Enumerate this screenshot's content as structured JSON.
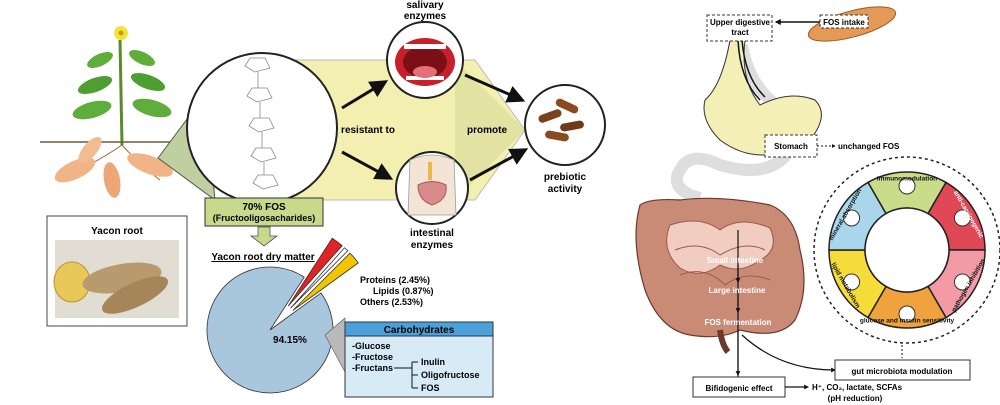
{
  "left": {
    "salivary": [
      "salivary",
      "enzymes"
    ],
    "resistant_to": "resistant to",
    "promote": "promote",
    "prebiotic": [
      "prebiotic",
      "activity"
    ],
    "intestinal": [
      "intestinal",
      "enzymes"
    ],
    "fos_box": [
      "70% FOS",
      "(Fructooligosacharides)"
    ],
    "yacon_photo_label": "Yacon root",
    "dry_matter_title": "Yacon root dry matter",
    "pie_pct": "94.15%",
    "carbs_title": "Carbohydrates",
    "carbs_items": [
      "-Glucose",
      "-Fructose",
      "-Fructans"
    ],
    "fructans": [
      "Inulin",
      "Oligofructose",
      "FOS"
    ],
    "colors": {
      "yellow_panel": "#f3efb0",
      "pie_blue": "#a8c6dc",
      "carb_box": "#d7ebf7",
      "fos_box_green": "#c7d98a"
    }
  },
  "chart_data": {
    "type": "pie",
    "title": "Yacon root dry matter",
    "labels": [
      "Carbohydrates",
      "Proteins (2.45%)",
      "Lipids (0.87%)",
      "Others (2.53%)"
    ],
    "values": [
      94.15,
      2.45,
      0.87,
      2.53
    ],
    "colors": [
      "#a8c6dc",
      "#e02424",
      "#ffffff",
      "#f3c400"
    ]
  },
  "right": {
    "upper_tract": [
      "Upper digestive",
      "tract"
    ],
    "fos_intake": "FOS intake",
    "stomach": "Stomach",
    "unchanged": "unchanged FOS",
    "small_intestine": "Small intestine",
    "large_intestine": "Large intestine",
    "fos_fermentation": "FOS fermentation",
    "bifidogenic": "Bifidogenic effect",
    "products": "H⁺, CO₂, lactate, SCFAs",
    "ph_reduction": "(pH reduction)",
    "gut_modulation": "gut microbiota modulation",
    "wheel_segments": [
      {
        "label": "immunomodulation",
        "color": "#c8dc8a",
        "icon": "antibody-icon"
      },
      {
        "label": "anti-carcinogenic",
        "color": "#e04858",
        "icon": "crab-icon"
      },
      {
        "label": "pathogen inhibition",
        "color": "#f29aa6",
        "icon": "pathogen-icon"
      },
      {
        "label": "glucose and insulin sensitivity",
        "color": "#f0a23c",
        "icon": "hexagon-icon"
      },
      {
        "label": "lipid metabolism",
        "color": "#f5dc3a",
        "icon": "droplet-icon"
      },
      {
        "label": "mineral absorption",
        "color": "#a9d6ea",
        "icon": "bone-icon"
      }
    ]
  }
}
